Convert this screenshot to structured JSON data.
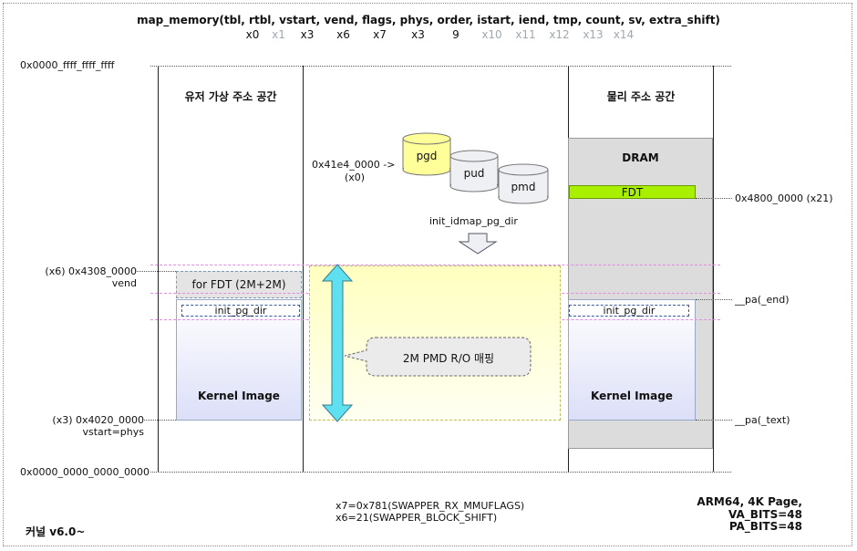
{
  "signature": "map_memory(tbl, rtbl, vstart, vend, flags, phys, order, istart, iend, tmp, count, sv, extra_shift)",
  "regs": [
    {
      "text": "x0",
      "active": true
    },
    {
      "text": "x1",
      "active": false
    },
    {
      "text": "x3",
      "active": true
    },
    {
      "text": "x6",
      "active": true
    },
    {
      "text": "x7",
      "active": true
    },
    {
      "text": "x3",
      "active": true
    },
    {
      "text": "9",
      "active": true
    },
    {
      "text": "x10",
      "active": false
    },
    {
      "text": "x11",
      "active": false
    },
    {
      "text": "x12",
      "active": false
    },
    {
      "text": "x13",
      "active": false
    },
    {
      "text": "x14",
      "active": false
    }
  ],
  "addr_top": "0x0000_ffff_ffff_ffff",
  "addr_bottom": "0x0000_0000_0000_0000",
  "vend_addr": "(x6) 0x4308_0000",
  "vend_label": "vend",
  "vstart_addr": "(x3) 0x4020_0000",
  "vstart_label": "vstart=phys",
  "user_space_title": "유저 가상 주소 공간",
  "phys_space_title": "물리 주소 공간",
  "for_fdt": "for FDT (2M+2M)",
  "init_pg_dir": "init_pg_dir",
  "kernel_image": "Kernel Image",
  "dram": "DRAM",
  "fdt": "FDT",
  "fdt_addr": "0x4800_0000 (x21)",
  "pa_end": "__pa(_end)",
  "pa_text": "__pa(_text)",
  "pgd_addr": "0x41e4_0000 ->",
  "pgd_reg": "(x0)",
  "pgd": "pgd",
  "pud": "pud",
  "pmd": "pmd",
  "idmap_dir": "init_idmap_pg_dir",
  "mapping_label": "2M PMD R/O 매핑",
  "note_line1": "x7=0x781(SWAPPER_RX_MMUFLAGS)",
  "note_line2": "x6=21(SWAPPER_BLOCK_SHIFT)",
  "arch_line1": "ARM64, 4K Page,",
  "arch_line2": "VA_BITS=48",
  "arch_line3": "PA_BITS=48",
  "version": "커널 v6.0~",
  "colors": {
    "pgd_fill": "#ffff99",
    "table_fill": "#eef0f4",
    "fdt_fill": "#a8f000",
    "dram_fill": "#dcdcdc",
    "arrow_fill": "#5fe0f0",
    "pink_line": "#e48ae4"
  }
}
